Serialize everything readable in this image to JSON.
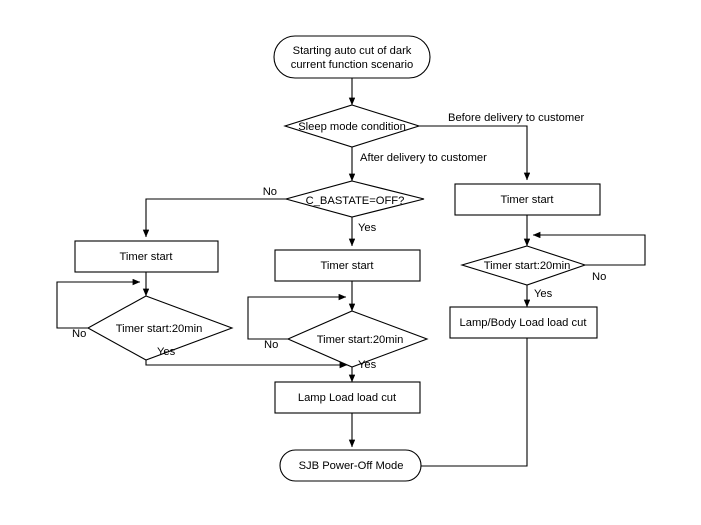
{
  "diagram": {
    "type": "flowchart",
    "title": "Auto cut of dark current function scenario",
    "background_color": "#ffffff",
    "line_color": "#000000",
    "text_color": "#000000"
  },
  "nodes": {
    "start": {
      "shape": "terminator",
      "label_line1": "Starting auto cut of dark",
      "label_line2": "current function scenario"
    },
    "sleep_mode": {
      "shape": "decision",
      "label": "Sleep mode condition"
    },
    "bastate": {
      "shape": "decision",
      "label": "C_BASTATE=OFF?"
    },
    "timer_start_left": {
      "shape": "process",
      "label": "Timer start"
    },
    "timer_start_mid": {
      "shape": "process",
      "label": "Timer start"
    },
    "timer_start_right": {
      "shape": "process",
      "label": "Timer start"
    },
    "timer_20_left": {
      "shape": "decision",
      "label": "Timer start:20min"
    },
    "timer_20_mid": {
      "shape": "decision",
      "label": "Timer start:20min"
    },
    "timer_20_right": {
      "shape": "decision",
      "label": "Timer start:20min"
    },
    "lamp_load_cut": {
      "shape": "process",
      "label": "Lamp Load load cut"
    },
    "lamp_body_load_cut": {
      "shape": "process",
      "label": "Lamp/Body Load load cut"
    },
    "sjb_power_off": {
      "shape": "terminator",
      "label": "SJB Power-Off Mode"
    }
  },
  "edge_labels": {
    "before_delivery": "Before delivery to customer",
    "after_delivery": "After delivery to customer",
    "bastate_no": "No",
    "bastate_yes": "Yes",
    "left_no": "No",
    "left_yes": "Yes",
    "mid_no": "No",
    "mid_yes": "Yes",
    "right_no": "No",
    "right_yes": "Yes"
  }
}
